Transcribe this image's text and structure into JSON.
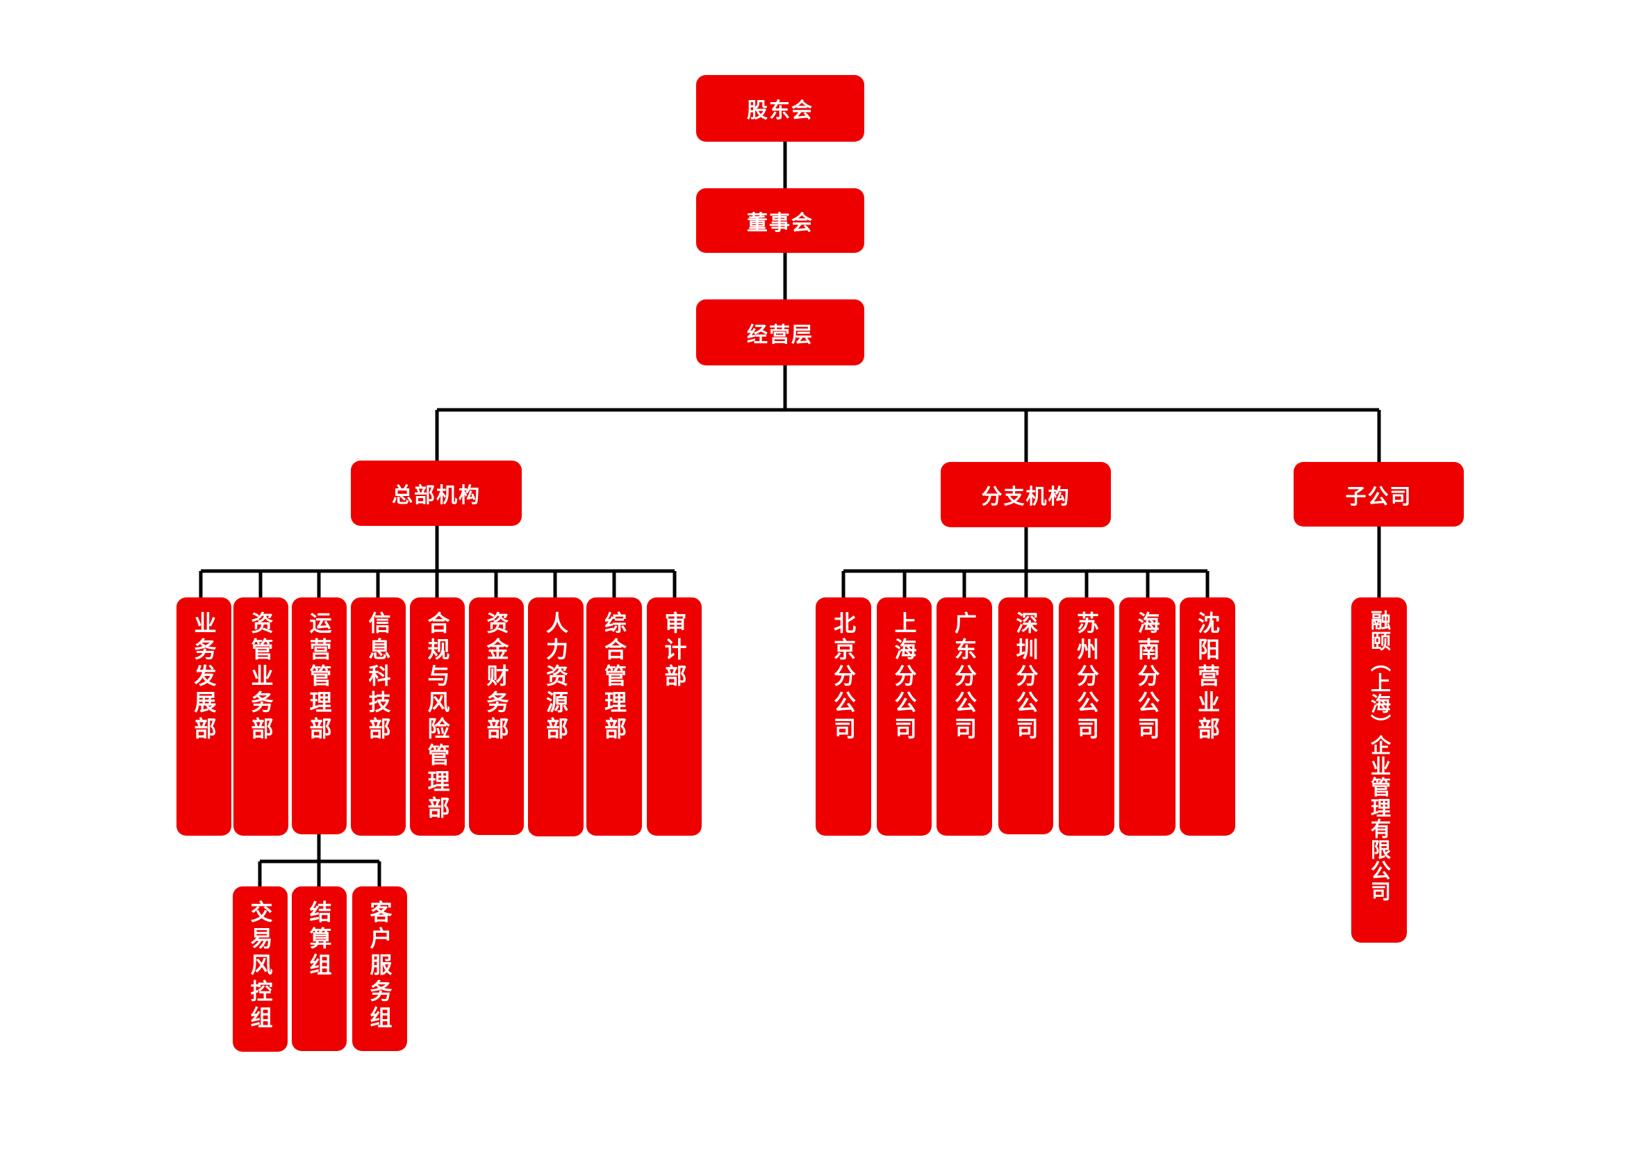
{
  "top": [
    "股东会",
    "董事会",
    "经营层"
  ],
  "branches": {
    "hq": "总部机构",
    "branch": "分支机构",
    "sub": "子公司"
  },
  "hq_depts": [
    "业务发展部",
    "资管业务部",
    "运营管理部",
    "信息科技部",
    "合规与风险管理部",
    "资金财务部",
    "人力资源部",
    "综合管理部",
    "审计部"
  ],
  "ops_groups": [
    "交易风控组",
    "结算组",
    "客户服务组"
  ],
  "branch_offices": [
    "北京分公司",
    "上海分公司",
    "广东分公司",
    "深圳分公司",
    "苏州分公司",
    "海南分公司",
    "沈阳营业部"
  ],
  "subsidiary": "融颐（上海）企业管理有限公司",
  "colors": {
    "box": "#ee0000",
    "text": "#ffffff",
    "line": "#000000"
  }
}
